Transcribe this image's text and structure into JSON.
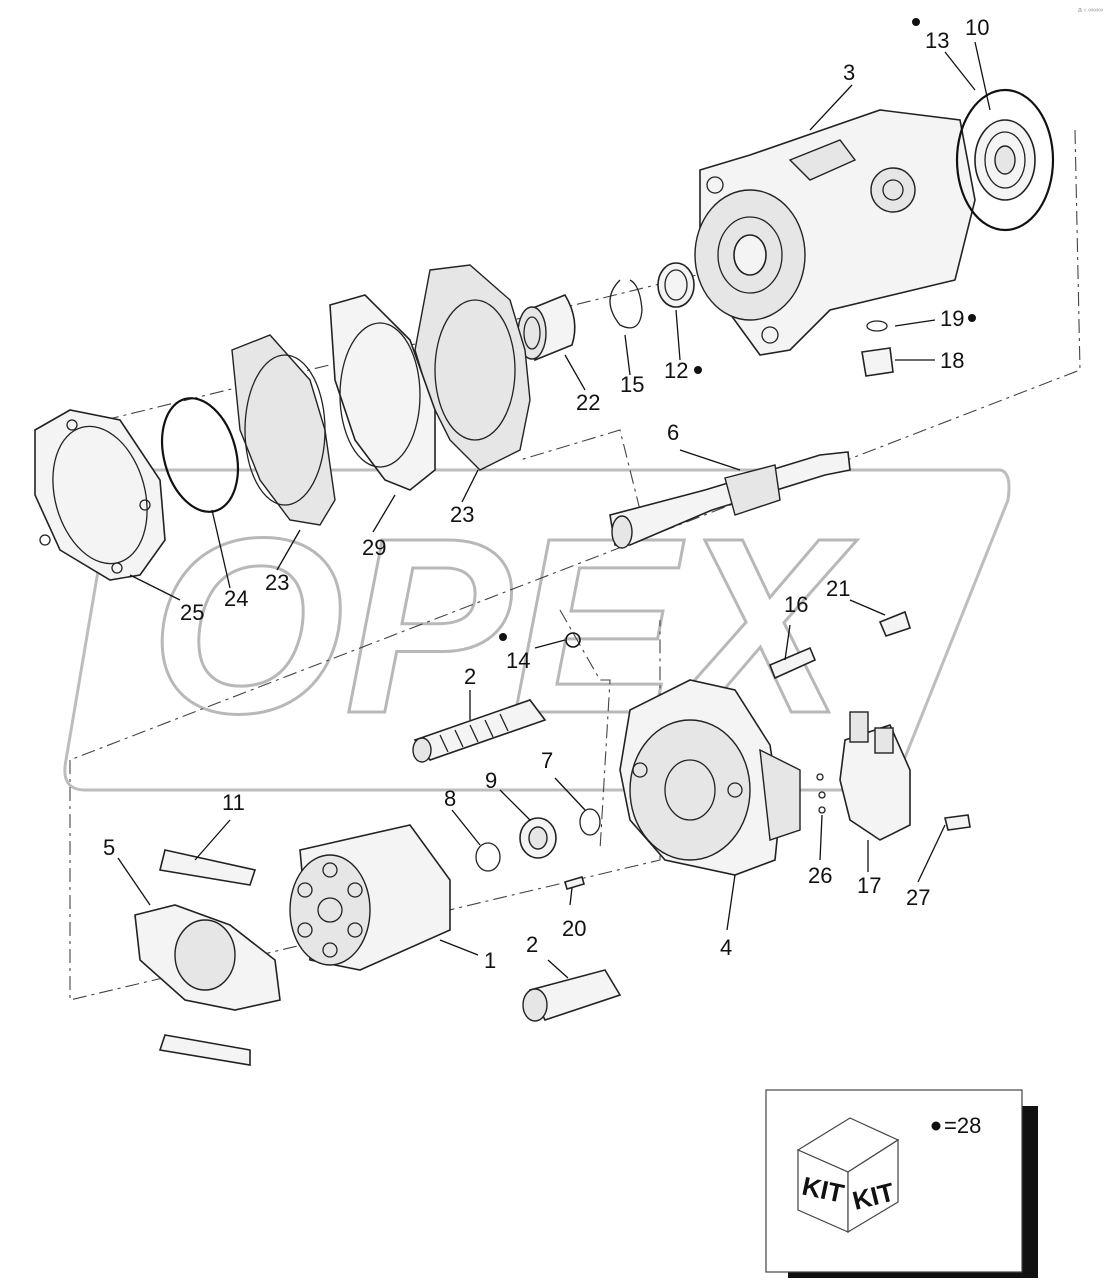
{
  "diagram": {
    "corner_mark": "a ‹ ∞∞∞",
    "callouts": [
      "1",
      "2",
      "2",
      "3",
      "4",
      "5",
      "6",
      "7",
      "8",
      "9",
      "10",
      "11",
      "12",
      "13",
      "14",
      "15",
      "16",
      "17",
      "18",
      "19",
      "20",
      "21",
      "22",
      "23",
      "23",
      "24",
      "25",
      "26",
      "27",
      "29"
    ],
    "labels": {
      "p1": "1",
      "p2a": "2",
      "p2b": "2",
      "p3": "3",
      "p4": "4",
      "p5": "5",
      "p6": "6",
      "p7": "7",
      "p8": "8",
      "p9": "9",
      "p10": "10",
      "p11": "11",
      "p12": "12",
      "p13": "13",
      "p14": "14",
      "p15": "15",
      "p16": "16",
      "p17": "17",
      "p18": "18",
      "p19": "19",
      "p20": "20",
      "p21": "21",
      "p22": "22",
      "p23a": "23",
      "p23b": "23",
      "p24": "24",
      "p25": "25",
      "p26": "26",
      "p27": "27",
      "p29": "29"
    },
    "kit_marked_parts": [
      "13",
      "19",
      "12",
      "14"
    ]
  },
  "watermark": {
    "text": "OPEX"
  },
  "kit_legend": {
    "face_left": "KIT",
    "face_right": "KIT",
    "legend_text": "=28"
  }
}
